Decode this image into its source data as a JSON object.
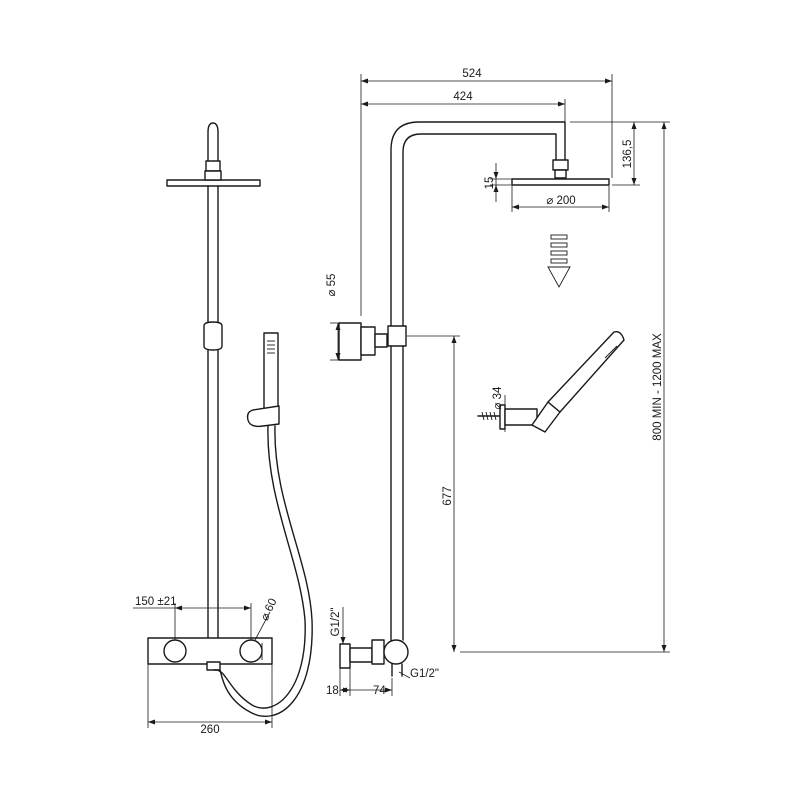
{
  "colors": {
    "line": "#1a1a1a",
    "background": "#ffffff"
  },
  "dimensions": {
    "overall_width": "524",
    "arm_length": "424",
    "head_height": "136,5",
    "head_thickness": "15",
    "head_diameter": "⌀ 200",
    "bracket_diameter": "⌀ 55",
    "holder_diameter": "⌀ 34",
    "riser_length": "677",
    "height_range": "800 MIN - 1200 MAX",
    "connection_top": "G1/2\"",
    "connection_side": "G1/2\"",
    "wall_offset": "18",
    "spout_offset": "74",
    "centres": "150 ±21",
    "knob_diameter": "⌀ 60",
    "mixer_width": "260"
  }
}
